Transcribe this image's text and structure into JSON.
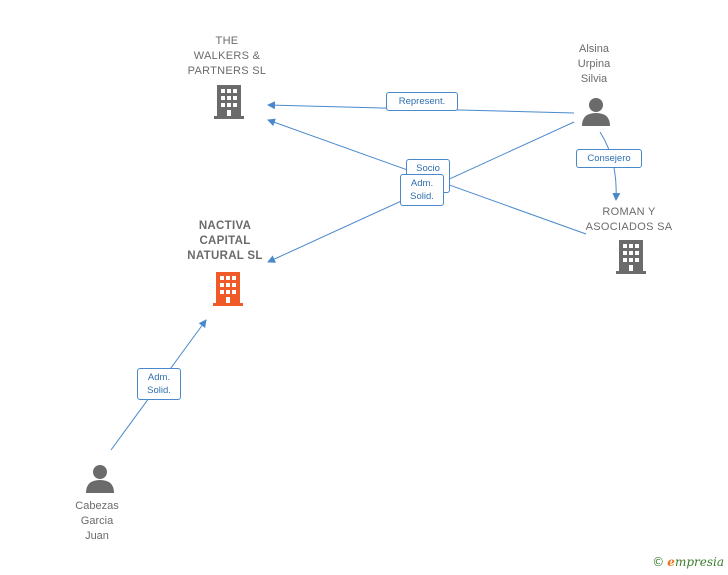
{
  "nodes": {
    "walkers": {
      "label": "THE\nWALKERS &\nPARTNERS  SL",
      "type": "company"
    },
    "nactiva": {
      "label": "NACTIVA\nCAPITAL\nNATURAL  SL",
      "type": "company-focus"
    },
    "roman": {
      "label": "ROMAN Y\nASOCIADOS SA",
      "type": "company"
    },
    "alsina": {
      "label": "Alsina\nUrpina\nSilvia",
      "type": "person"
    },
    "cabezas": {
      "label": "Cabezas\nGarcia\nJuan",
      "type": "person"
    }
  },
  "edges": [
    {
      "from": "Alsina Urpina Silvia",
      "to": "THE WALKERS & PARTNERS SL",
      "label": "Represent."
    },
    {
      "from": "ROMAN Y ASOCIADOS SA",
      "to": "THE WALKERS & PARTNERS SL",
      "label": "Socio"
    },
    {
      "from": "Alsina Urpina Silvia",
      "to": "NACTIVA CAPITAL NATURAL SL",
      "label": "Adm.\nSolid."
    },
    {
      "from": "Alsina Urpina Silvia",
      "to": "ROMAN Y ASOCIADOS SA",
      "label": "Consejero"
    },
    {
      "from": "Cabezas Garcia Juan",
      "to": "NACTIVA CAPITAL NATURAL SL",
      "label": "Adm.\nSolid."
    }
  ],
  "colors": {
    "edge": "#4a88cc",
    "icon_default": "#6b6b6b",
    "icon_focus": "#f05a28"
  },
  "footer": {
    "copyright": "©",
    "brand_initial": "e",
    "brand_rest": "mpresia"
  }
}
